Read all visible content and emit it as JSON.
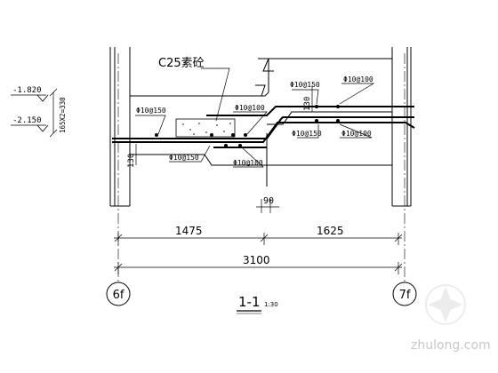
{
  "section": {
    "title": "1-1",
    "scale": "1:30"
  },
  "concrete_label": "C25素砼",
  "levels": {
    "top": "-1.820",
    "bottom": "-2.150",
    "height_dim": "165X2=330"
  },
  "rebar": {
    "left_top": "Φ10@150",
    "left_bottom": "Φ10@150",
    "mid_top": "Φ10@100",
    "mid_bottom": "Φ10@100",
    "right_upper_1": "Φ10@150",
    "right_upper_2": "Φ10@100",
    "right_lower_1": "Φ10@150",
    "right_lower_2": "Φ10@100"
  },
  "dims": {
    "left_thickness": "130",
    "right_thickness": "130",
    "gap": "90",
    "span_left": "1475",
    "span_right": "1625",
    "total": "3100"
  },
  "axes": {
    "left": "6f",
    "right": "7f"
  },
  "watermark": "zhulong.com"
}
